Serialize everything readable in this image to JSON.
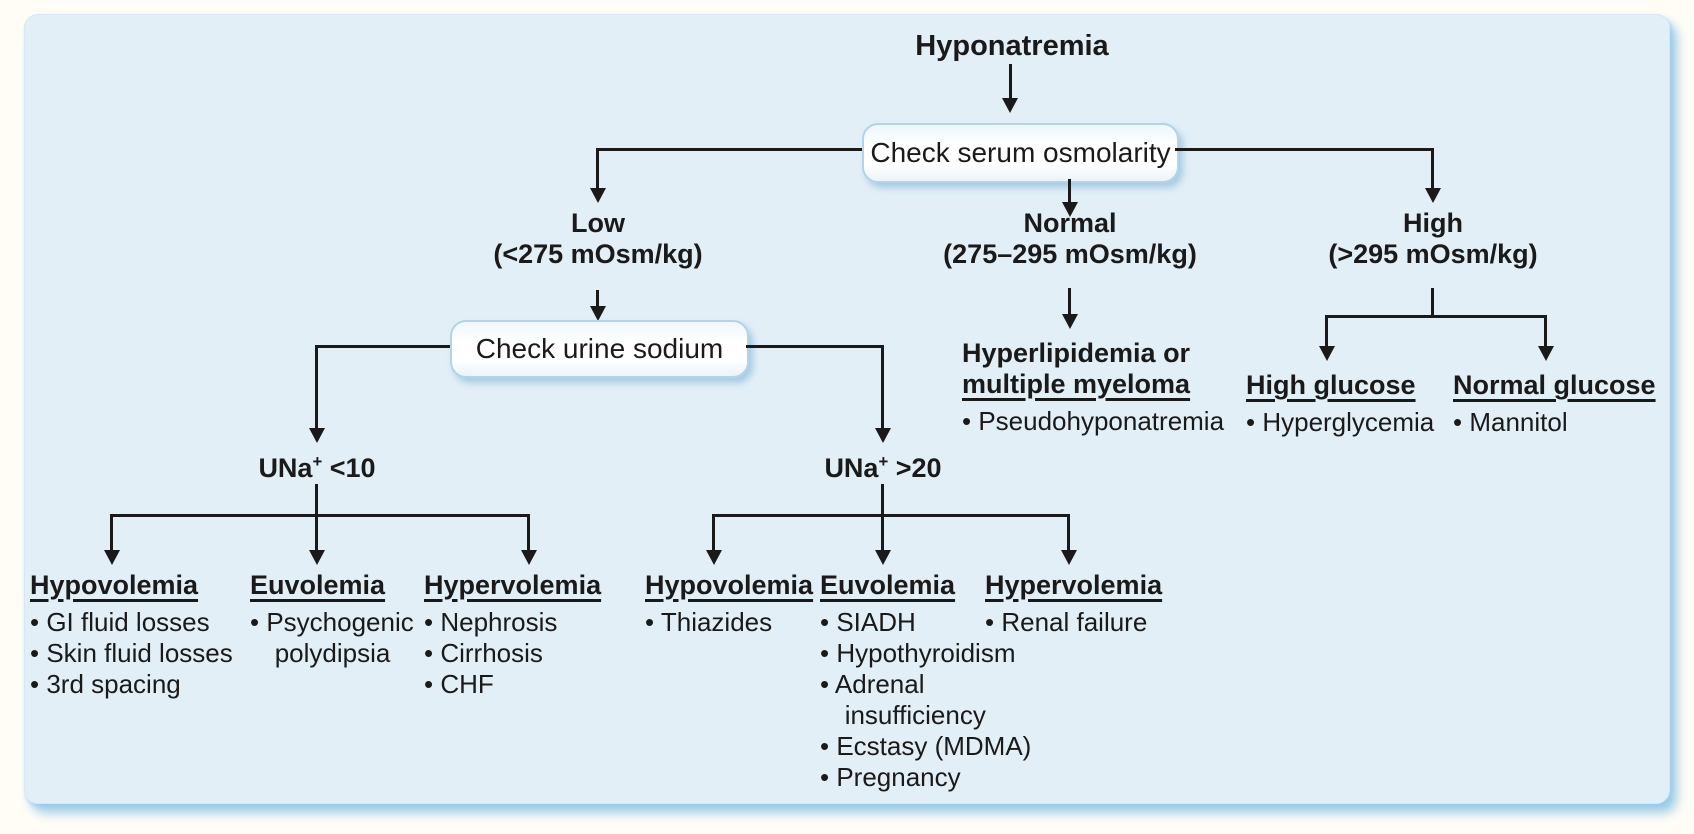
{
  "colors": {
    "page_bg": "#fffdf6",
    "panel_bg": "#e2eff7",
    "panel_shadow": "#9ccbe8",
    "line": "#1a1a1a",
    "box_border": "#b3d3e6"
  },
  "bullet_char": "•",
  "title": "Hyponatremia",
  "serum_box_label": "Check serum osmolarity",
  "urine_box_label": "Check urine sodium",
  "osmolarity": {
    "low": {
      "label": "Low",
      "range": "(<275 mOsm/kg)"
    },
    "normal": {
      "label": "Normal",
      "range": "(275–295 mOsm/kg)"
    },
    "high": {
      "label": "High",
      "range": "(>295 mOsm/kg)"
    }
  },
  "urine_low": {
    "base": "UNa",
    "sup": "+",
    "rest": " <10"
  },
  "urine_high": {
    "base": "UNa",
    "sup": "+",
    "rest": " >20"
  },
  "una_low_columns": [
    {
      "heading": "Hypovolemia",
      "items": [
        "GI fluid losses",
        "Skin fluid losses",
        "3rd spacing"
      ]
    },
    {
      "heading": "Euvolemia",
      "items": [
        "Psychogenic polydipsia"
      ]
    },
    {
      "heading": "Hypervolemia",
      "items": [
        "Nephrosis",
        "Cirrhosis",
        "CHF"
      ]
    }
  ],
  "una_high_columns": [
    {
      "heading": "Hypovolemia",
      "items": [
        "Thiazides"
      ]
    },
    {
      "heading": "Euvolemia",
      "items": [
        "SIADH",
        "Hypothyroidism",
        "Adrenal insufficiency",
        "Ecstasy (MDMA)",
        "Pregnancy"
      ]
    },
    {
      "heading": "Hypervolemia",
      "items": [
        "Renal failure"
      ]
    }
  ],
  "normal_group": {
    "heading_line1": "Hyperlipidemia or",
    "heading_line2": "multiple myeloma",
    "items": [
      "Pseudohyponatremia"
    ]
  },
  "high_groups": [
    {
      "heading": "High glucose",
      "items": [
        "Hyperglycemia"
      ]
    },
    {
      "heading": "Normal glucose",
      "items": [
        "Mannitol"
      ]
    }
  ]
}
